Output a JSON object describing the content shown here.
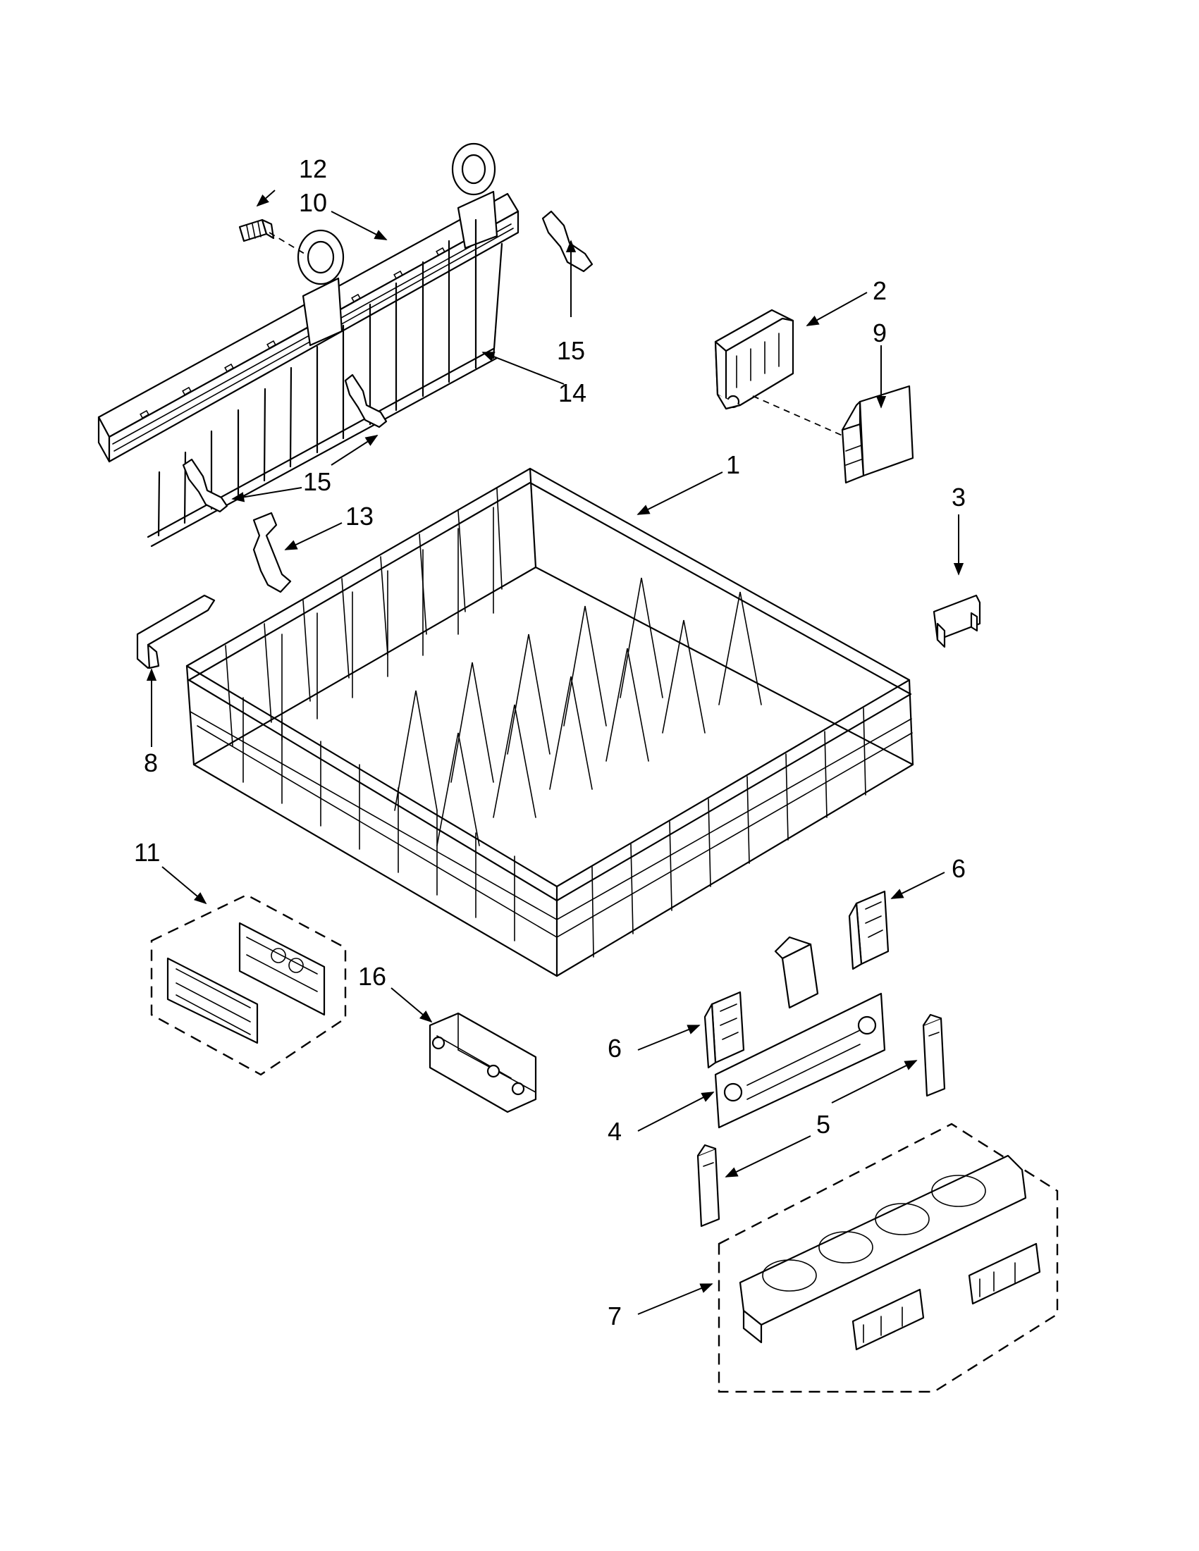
{
  "callouts": [
    {
      "id": "c1",
      "label": "1"
    },
    {
      "id": "c2",
      "label": "2"
    },
    {
      "id": "c3",
      "label": "3"
    },
    {
      "id": "c4",
      "label": "4"
    },
    {
      "id": "c5",
      "label": "5"
    },
    {
      "id": "c6a",
      "label": "6"
    },
    {
      "id": "c6b",
      "label": "6"
    },
    {
      "id": "c7",
      "label": "7"
    },
    {
      "id": "c8",
      "label": "8"
    },
    {
      "id": "c9",
      "label": "9"
    },
    {
      "id": "c10",
      "label": "10"
    },
    {
      "id": "c11",
      "label": "11"
    },
    {
      "id": "c12",
      "label": "12"
    },
    {
      "id": "c13",
      "label": "13"
    },
    {
      "id": "c14",
      "label": "14"
    },
    {
      "id": "c15a",
      "label": "15"
    },
    {
      "id": "c15b",
      "label": "15"
    },
    {
      "id": "c16",
      "label": "16"
    }
  ]
}
